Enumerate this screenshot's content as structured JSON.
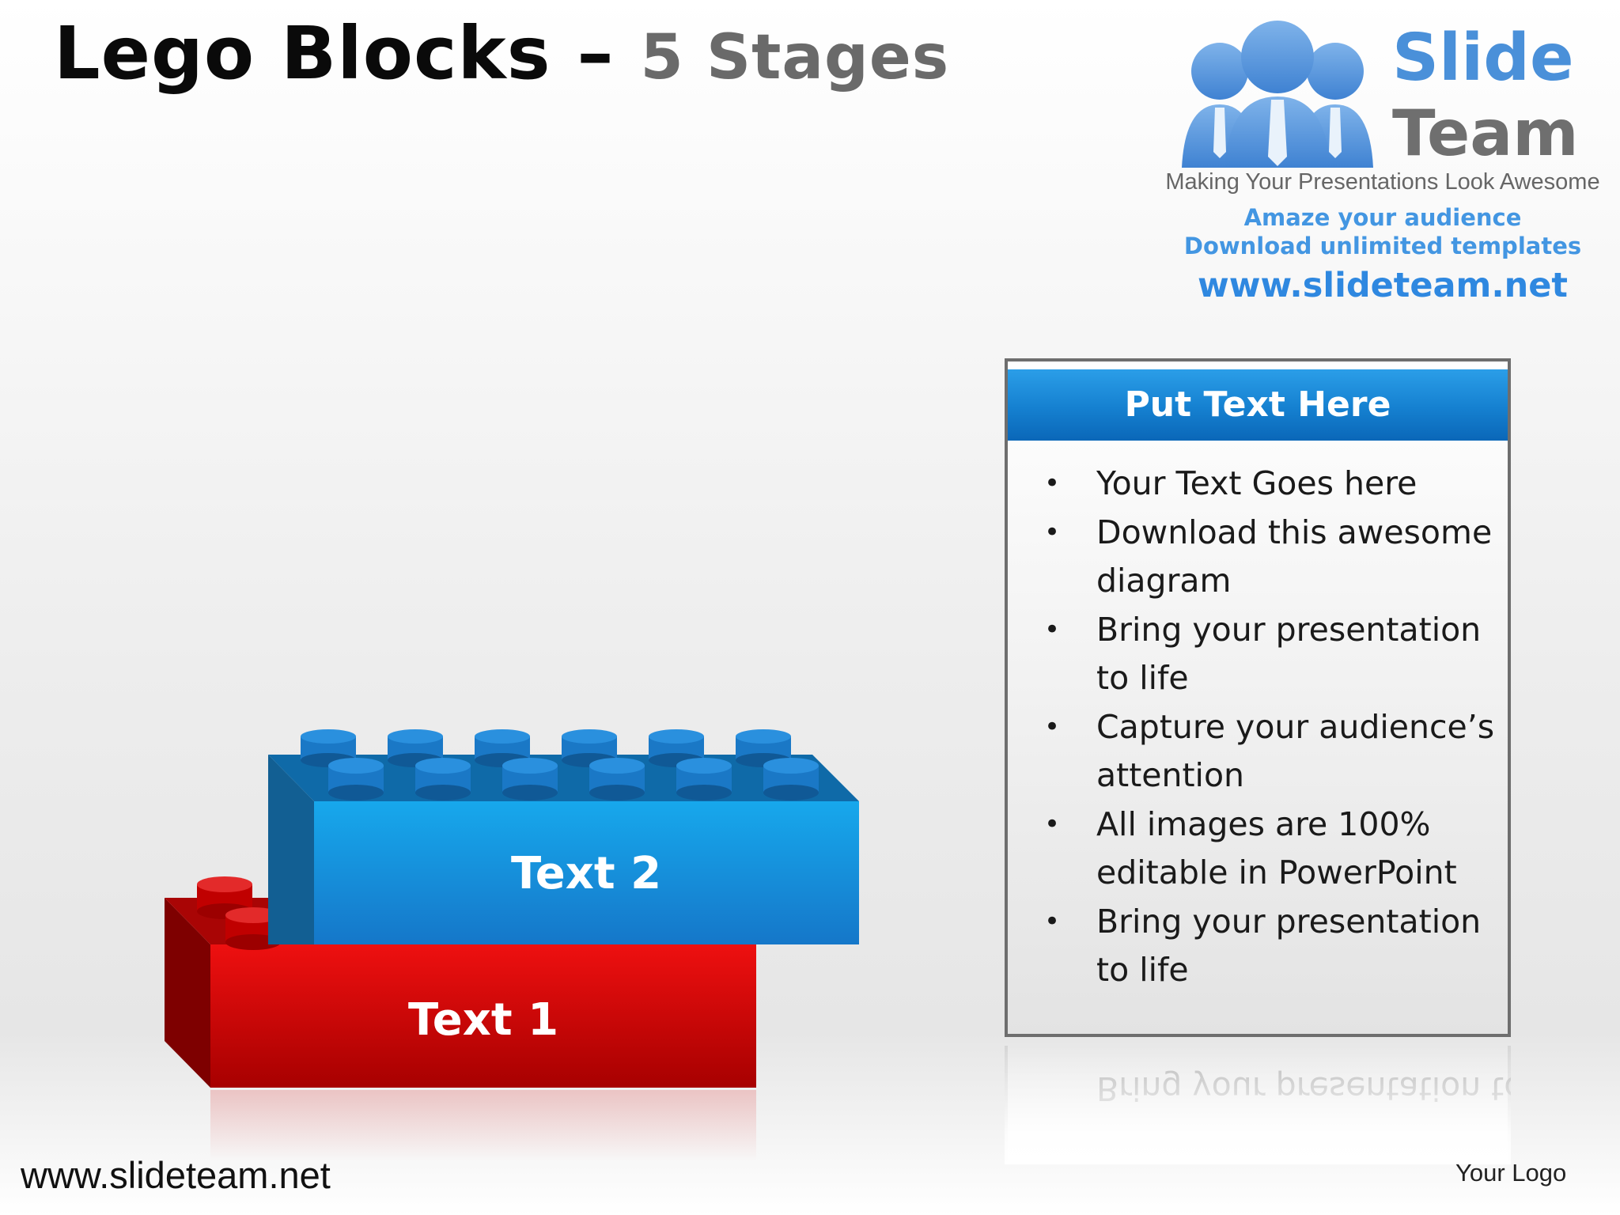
{
  "title": {
    "main": "Lego Blocks",
    "dash": " – ",
    "sub": "5 Stages"
  },
  "logo": {
    "word1": "Slide",
    "word2": "Team",
    "tagline": "Making Your Presentations Look Awesome",
    "line1": "Amaze your audience",
    "line2": "Download unlimited templates",
    "url": "www.slideteam.net"
  },
  "blocks": [
    {
      "label": "Text 1",
      "color": "#d40000"
    },
    {
      "label": "Text 2",
      "color": "#1a95e0"
    }
  ],
  "panel": {
    "header": "Put Text Here",
    "items": [
      "Your Text Goes here",
      "Download this awesome diagram",
      "Bring your presentation to life",
      "Capture your audience’s attention",
      "All images are 100% editable in PowerPoint",
      "Bring your presentation to life"
    ]
  },
  "footer": {
    "url": "www.slideteam.net",
    "logo": "Your Logo"
  },
  "colors": {
    "accent_blue": "#1580d0",
    "lego_red": "#d40000",
    "lego_blue": "#1a95e0",
    "logo_blue": "#4a90d9"
  }
}
